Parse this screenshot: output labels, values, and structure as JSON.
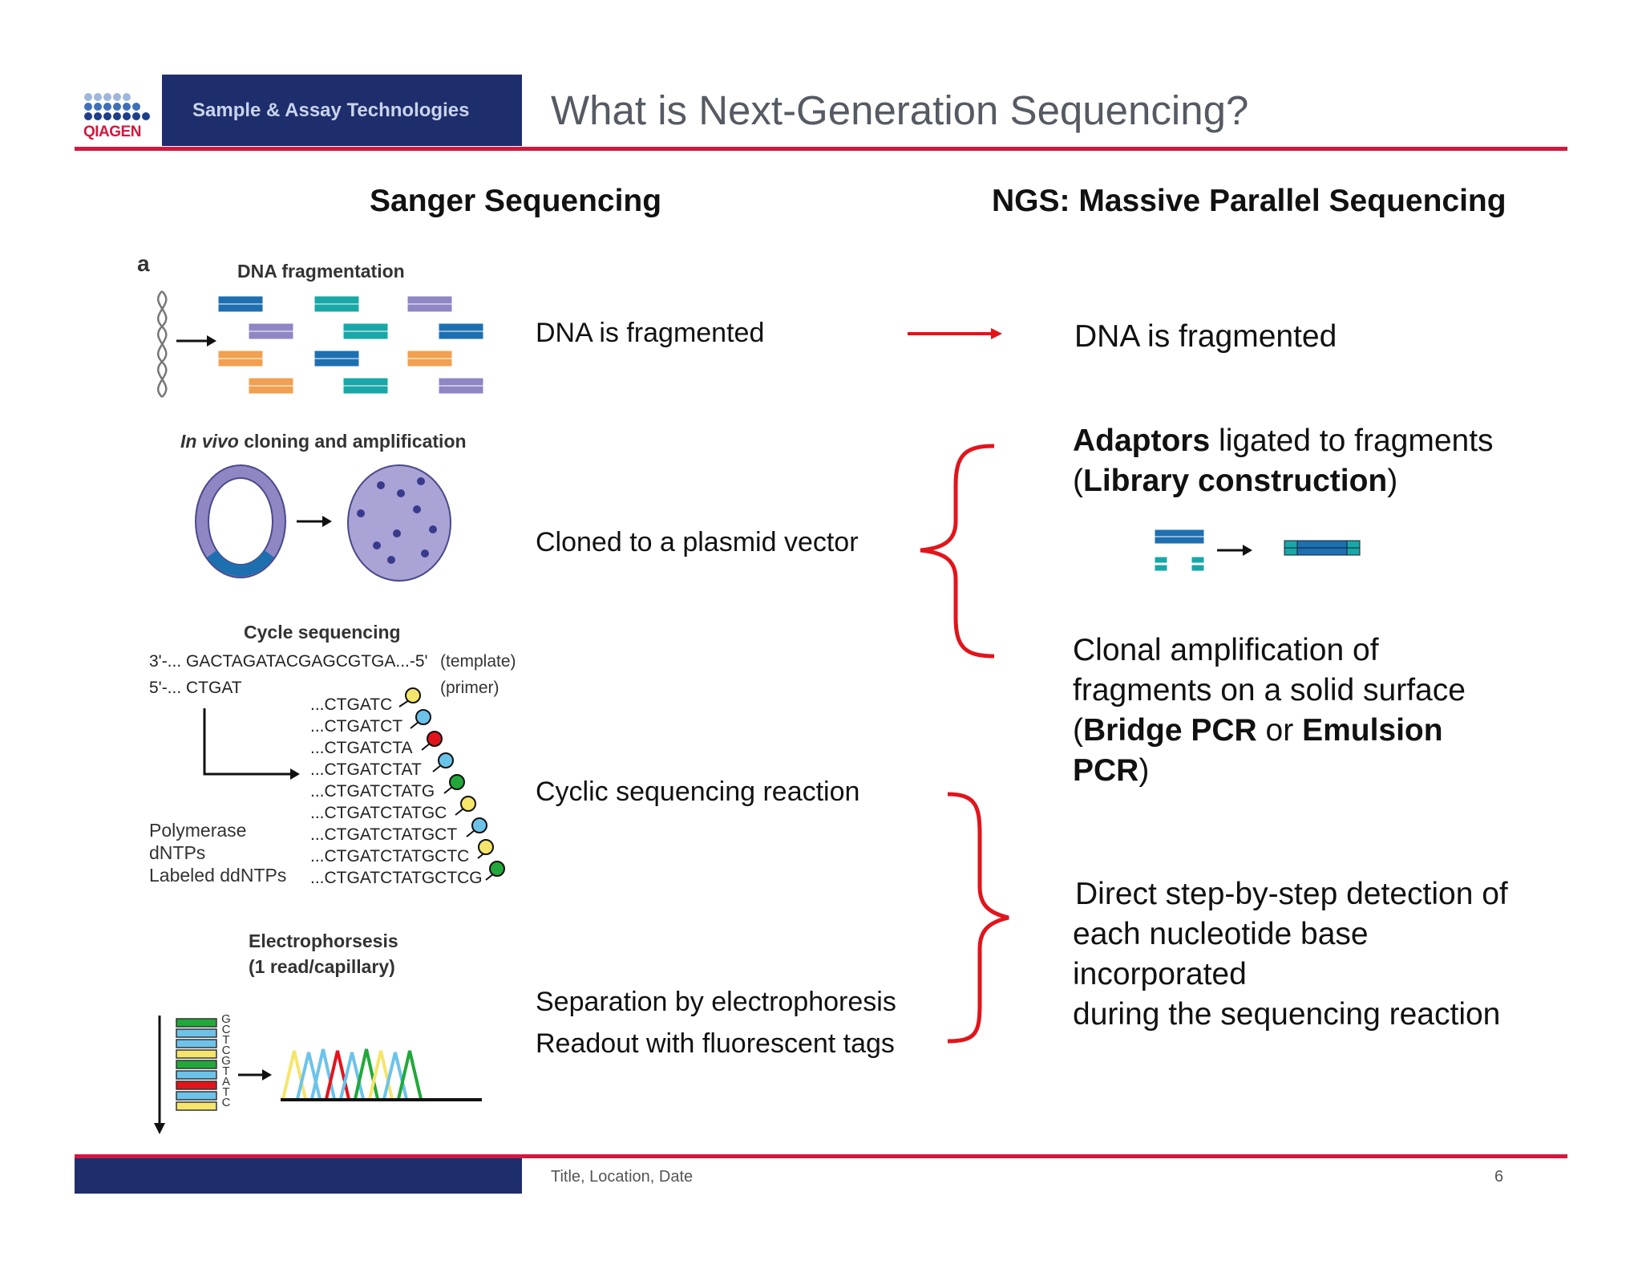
{
  "header": {
    "logo_text": "QIAGEN",
    "band_label": "Sample & Assay Technologies",
    "title": "What is Next-Generation Sequencing?"
  },
  "columns": {
    "sanger_title": "Sanger Sequencing",
    "ngs_title": "NGS: Massive Parallel Sequencing"
  },
  "figure": {
    "panel_letter": "a",
    "fragmentation_label": "DNA fragmentation",
    "cloning_label_italic": "In vivo",
    "cloning_label_rest": " cloning and amplification",
    "cycle_label": "Cycle sequencing",
    "template_seq": "3'-...  GACTAGATACGAGCGTGA...-5'",
    "template_tag": "(template)",
    "primer_seq": "5'-...  CTGAT",
    "primer_tag": "(primer)",
    "extensions": [
      "...CTGATC",
      "...CTGATCT",
      "...CTGATCTA",
      "...CTGATCTAT",
      "...CTGATCTATG",
      "...CTGATCTATGC",
      "...CTGATCTATGCT",
      "...CTGATCTATGCTC",
      "...CTGATCTATGCTCG"
    ],
    "reagents": [
      "Polymerase",
      "dNTPs",
      "Labeled ddNTPs"
    ],
    "electro_label_1": "Electrophorsesis",
    "electro_label_2": "(1 read/capillary)",
    "gel_letters": [
      "G",
      "C",
      "T",
      "C",
      "G",
      "T",
      "A",
      "T",
      "C"
    ]
  },
  "sanger_steps": {
    "step1": "DNA is fragmented",
    "step2": "Cloned to a plasmid vector",
    "step3": "Cyclic sequencing reaction",
    "step4a": "Separation by electrophoresis",
    "step4b": "Readout with fluorescent tags"
  },
  "ngs_steps": {
    "step1": "DNA is fragmented",
    "adaptors_bold": "Adaptors",
    "adaptors_rest": " ligated to fragments",
    "library_open": "(",
    "library_bold": "Library construction",
    "library_close": ")",
    "clonal_1": "Clonal amplification of",
    "clonal_2": "fragments on a solid surface",
    "clonal_3_open": "(",
    "bridge_bold": "Bridge PCR",
    "or_text": " or ",
    "emulsion_bold": "Emulsion",
    "pcr_bold": "PCR",
    "clonal_close": ")",
    "detect_1": "Direct step-by-step detection of",
    "detect_2": "each nucleotide base",
    "detect_3": "incorporated",
    "detect_4": "during the sequencing reaction"
  },
  "footer": {
    "text": "Title, Location, Date",
    "page": "6"
  },
  "colors": {
    "brand_red": "#d6163f",
    "band_navy": "#1e2d6b",
    "accent_red": "#e2141b"
  }
}
